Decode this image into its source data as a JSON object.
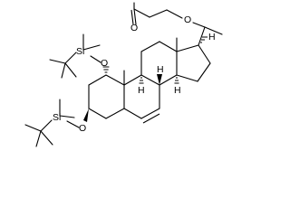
{
  "molecule": {
    "atom_labels": {
      "o_ketone": "O",
      "o_ether": "O",
      "o_tbs1": "O",
      "o_tbs3": "O",
      "si_1": "Si",
      "si_3": "Si",
      "h_14": "H",
      "h_8": "H",
      "h_9": "H",
      "h_17": "H"
    }
  }
}
